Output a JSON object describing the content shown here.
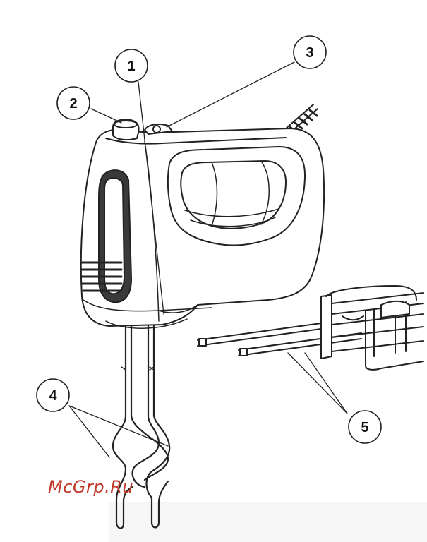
{
  "callouts": [
    {
      "id": "1",
      "label": "1"
    },
    {
      "id": "2",
      "label": "2"
    },
    {
      "id": "3",
      "label": "3"
    },
    {
      "id": "4",
      "label": "4"
    },
    {
      "id": "5",
      "label": "5"
    }
  ],
  "watermark": {
    "text": "McGrp.Ru",
    "color": "#c0392b"
  },
  "colors": {
    "line": "#222222",
    "body": "#ffffff",
    "dark_panel": "#3a3a3a"
  }
}
